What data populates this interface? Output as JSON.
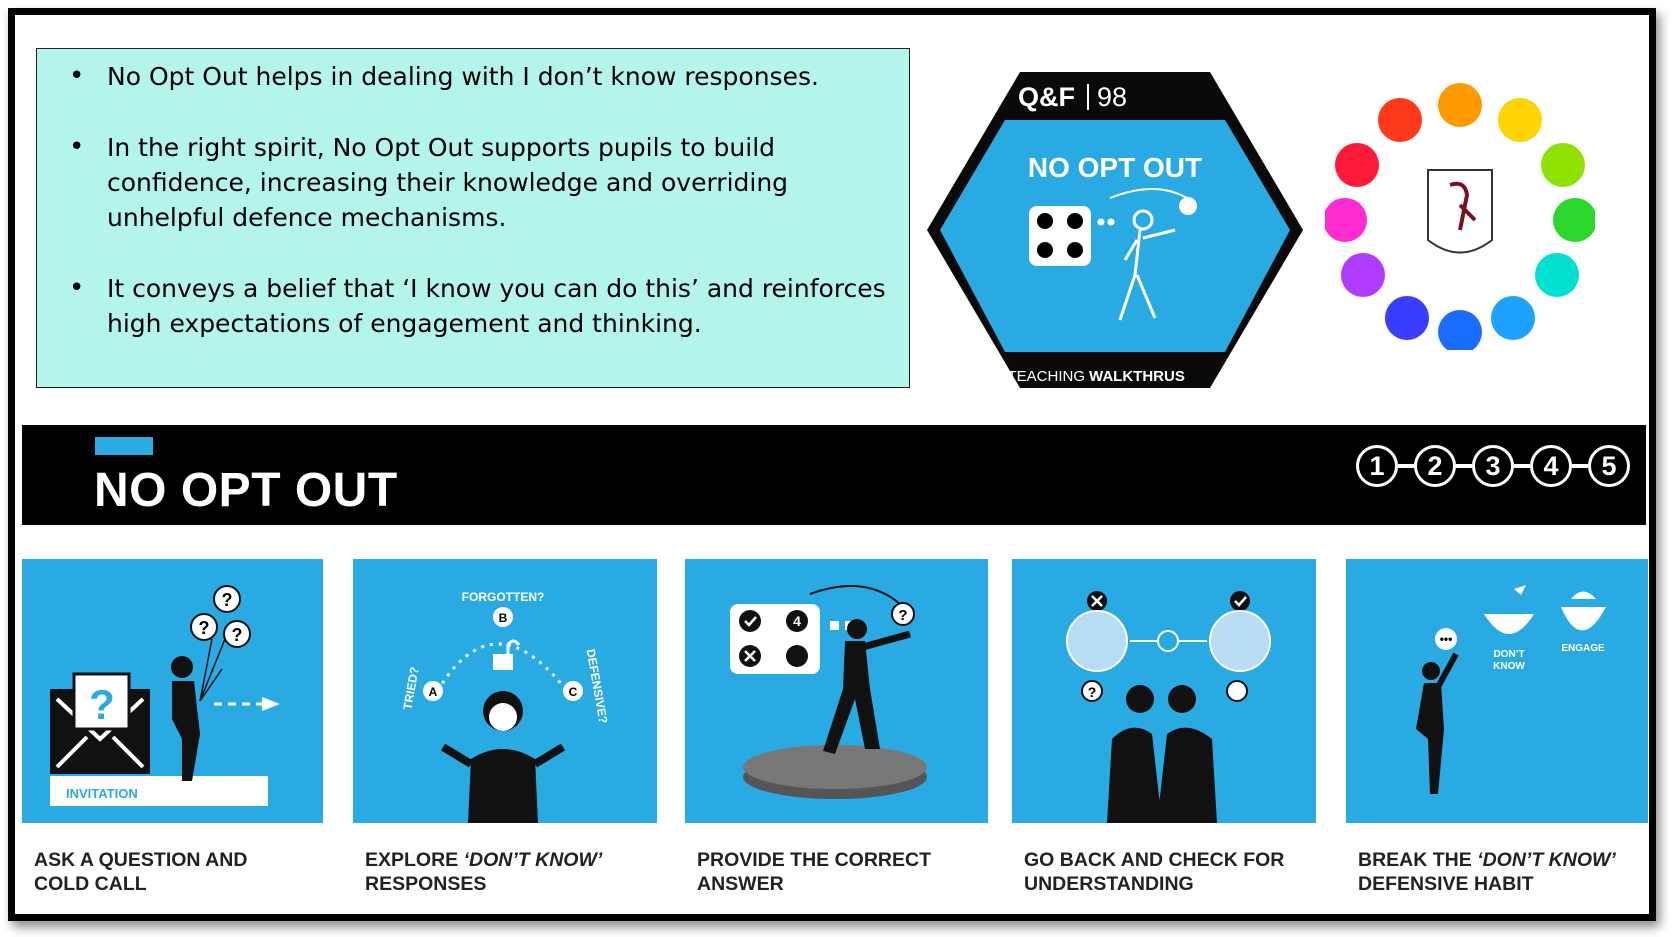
{
  "bullets": [
    "No Opt Out helps in dealing with I don’t know responses.",
    "In the right spirit, No Opt Out supports pupils to build confidence, increasing their knowledge and overriding unhelpful defence mechanisms.",
    "It conveys a belief that ‘I know you can do this’ and reinforces high expectations of engagement and thinking."
  ],
  "badge": {
    "series": "Q&F",
    "number": "98",
    "title": "NO OPT OUT",
    "footer_light": "TEACHING",
    "footer_bold": "WALKTHRUS"
  },
  "banner": {
    "title": "NO OPT OUT",
    "steps": [
      "1",
      "2",
      "3",
      "4",
      "5"
    ]
  },
  "cards": [
    {
      "line1": "ASK A QUESTION AND",
      "line2": "COLD CALL",
      "label": "INVITATION"
    },
    {
      "line1a": "EXPLORE ",
      "line1b": "‘DON’T KNOW’",
      "line2": "RESPONSES",
      "labels": [
        "FORGOTTEN?",
        "TRIED?",
        "DEFENSIVE?",
        "A",
        "B",
        "C"
      ]
    },
    {
      "line1": "PROVIDE THE CORRECT",
      "line2": "ANSWER"
    },
    {
      "line1": "GO BACK AND CHECK FOR",
      "line2": "UNDERSTANDING"
    },
    {
      "line1a": "BREAK THE ",
      "line1b": "‘DON’T KNOW’",
      "line2": "DEFENSIVE HABIT",
      "labels": [
        "DON’T",
        "KNOW",
        "ENGAGE"
      ]
    }
  ],
  "colors": {
    "panel": "#b3f5ea",
    "accent_blue": "#29aae2",
    "banner": "#000000"
  }
}
